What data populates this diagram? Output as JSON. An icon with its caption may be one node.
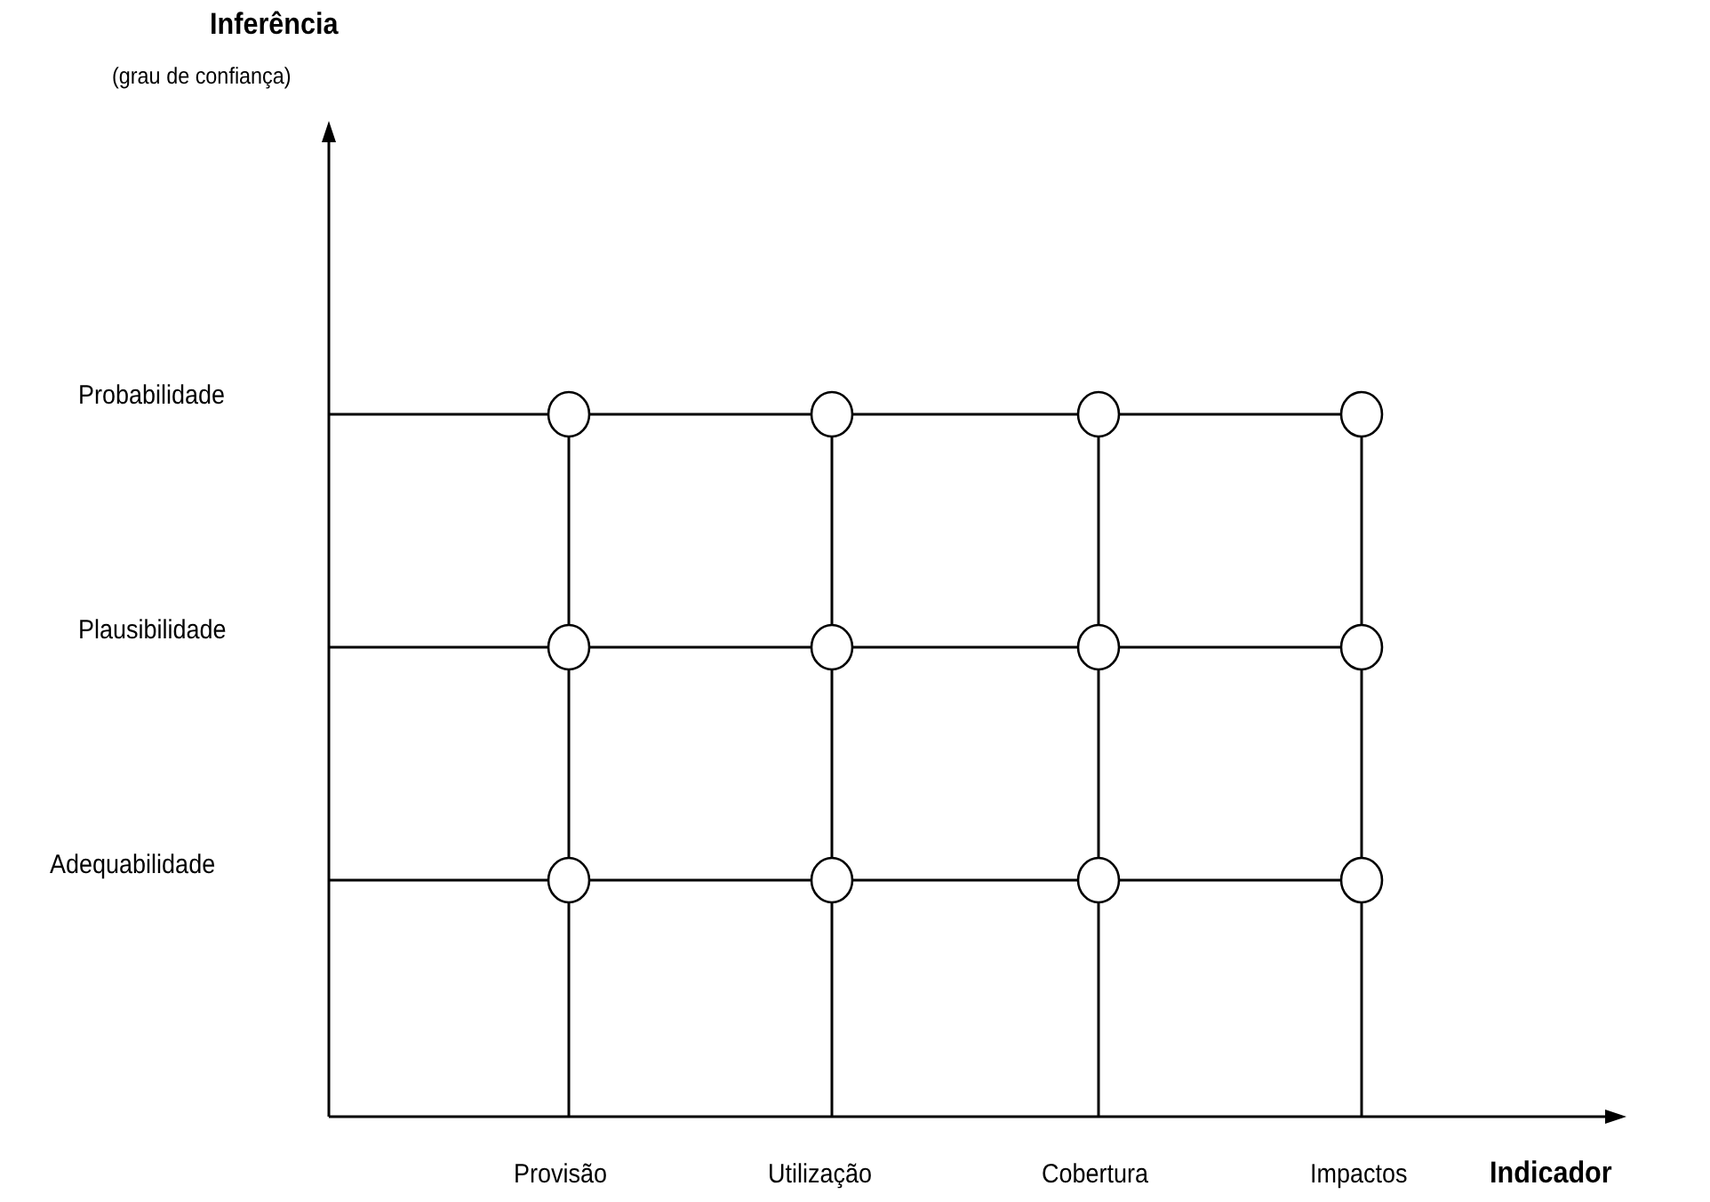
{
  "diagram": {
    "nodes": [
      {
        "text": [],
        "shape": "circle"
      },
      {
        "text": [],
        "shape": "circle"
      },
      {
        "text": [],
        "shape": "circle"
      },
      {
        "text": [],
        "shape": "circle"
      },
      {
        "text": [],
        "shape": "circle"
      },
      {
        "text": [],
        "shape": "circle"
      },
      {
        "text": [],
        "shape": "circle"
      },
      {
        "text": [],
        "shape": "circle"
      },
      {
        "text": [],
        "shape": "circle"
      },
      {
        "text": [],
        "shape": "circle"
      },
      {
        "text": [],
        "shape": "circle"
      },
      {
        "text": [],
        "shape": "circle"
      }
    ],
    "edges": [
      {
        "from": null,
        "to": 0,
        "arrow": "none"
      },
      {
        "from": 0,
        "to": 1,
        "arrow": "none"
      },
      {
        "from": 1,
        "to": 2,
        "arrow": "none"
      },
      {
        "from": 2,
        "to": 3,
        "arrow": "none"
      },
      {
        "from": null,
        "to": 4,
        "arrow": "none"
      },
      {
        "from": 4,
        "to": 5,
        "arrow": "none"
      },
      {
        "from": 5,
        "to": 6,
        "arrow": "none"
      },
      {
        "from": 6,
        "to": 7,
        "arrow": "none"
      },
      {
        "from": null,
        "to": 8,
        "arrow": "none"
      },
      {
        "from": 8,
        "to": 9,
        "arrow": "none"
      },
      {
        "from": 9,
        "to": 10,
        "arrow": "none"
      },
      {
        "from": 10,
        "to": 11,
        "arrow": "none"
      },
      {
        "from": 0,
        "to": 4,
        "arrow": "none"
      },
      {
        "from": 1,
        "to": 5,
        "arrow": "none"
      },
      {
        "from": 2,
        "to": 6,
        "arrow": "none"
      },
      {
        "from": 3,
        "to": 7,
        "arrow": "none"
      },
      {
        "from": 4,
        "to": 8,
        "arrow": "none"
      },
      {
        "from": 5,
        "to": 9,
        "arrow": "none"
      },
      {
        "from": 6,
        "to": 10,
        "arrow": "none"
      },
      {
        "from": 7,
        "to": 11,
        "arrow": "none"
      },
      {
        "from": 8,
        "to": null,
        "arrow": "none"
      },
      {
        "from": 9,
        "to": null,
        "arrow": "none"
      },
      {
        "from": 10,
        "to": null,
        "arrow": "none"
      },
      {
        "from": 11,
        "to": null,
        "arrow": "none"
      }
    ],
    "labels": [
      "Inferência",
      "(grau de confiança)",
      "Probabilidade",
      "Plausibilidade",
      "Adequabilidade",
      "Provisão",
      "Utilização",
      "Cobertura",
      "Impactos",
      "Indicador"
    ]
  }
}
